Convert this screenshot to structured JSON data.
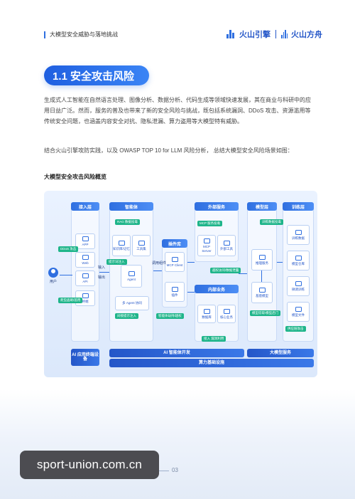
{
  "header": {
    "title": "大模型安全威胁与落地挑战",
    "brand_left": "火山引擎",
    "brand_right": "火山方舟"
  },
  "section": {
    "title": "1.1 安全攻击风险"
  },
  "paragraphs": [
    "生成式人工智能在自然语言处理、图像分析、数据分析、代码生成等领域快速发展，其在商业与科研中的应用日益广泛。然而，服务的普及也带来了新的安全风险与挑战，既包括系统漏洞、DDoS 攻击、资源滥用等传统安全问题，也涵盖内容安全对抗、隐私泄漏、算力盗用等大模型特有威胁。",
    "结合火山引擎攻防实践，以及 OWASP TOP 10 for LLM 风险分析， 总结大模型安全风险场景如图："
  ],
  "figure": {
    "caption": "大模型安全攻击风险概览",
    "user": "用户",
    "columns": {
      "access": "接入层",
      "agent": "智能体",
      "external": "外部服务",
      "model": "模型层",
      "training": "训练层"
    },
    "plugin_lib": "插件库",
    "internal": "内部业务",
    "access_nodes": [
      "APP",
      "Web",
      "API",
      "终端"
    ],
    "agent_nodes": [
      "知识库/记忆",
      "工具集",
      "Agent",
      "多 Agent 协同"
    ],
    "plugin_nodes": [
      "MCP Client",
      "插件"
    ],
    "external_nodes": [
      "MCP Server",
      "外部工具"
    ],
    "internal_nodes": [
      "数据库",
      "核心业务"
    ],
    "model_nodes": [
      "推理服务",
      "基座模型"
    ],
    "training_nodes": [
      "训练数据",
      "模型仓库",
      "微调训练",
      "模型文件"
    ],
    "tags": {
      "ddos": "DDoS 攻击",
      "prompt_inject": "提示词注入",
      "abuse": "爬虫盗刷/滥用",
      "rag": "RAG 数据投毒",
      "tool_inject": "间接提示注入",
      "agent_hijack": "智能体劫持/越权",
      "mcp_risk": "MCP 服务投毒",
      "unauth": "越权访问/数据泄露",
      "model_poison": "训练数据投毒",
      "model_theft": "模型窃取/模型后门",
      "supply": "供应链攻击",
      "vuln": "接入 漏洞利用"
    },
    "labels": {
      "call": "调用组件",
      "in": "输入",
      "out": "输出"
    },
    "bottom": {
      "app_access": "AI 应用终端设备",
      "agent_dev": "AI 智能体开发",
      "model_service": "大模型服务",
      "infra": "算力基础设施"
    }
  },
  "page_number": "03",
  "watermark": "sport-union.com.cn"
}
